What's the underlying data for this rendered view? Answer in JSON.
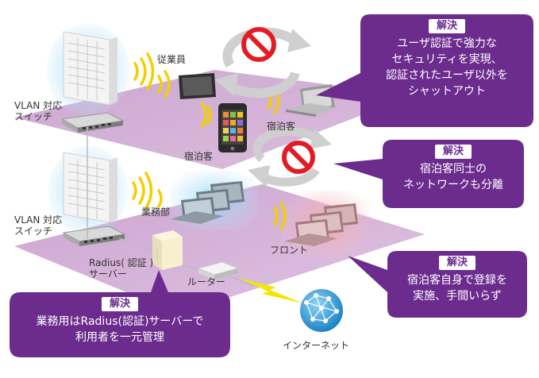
{
  "labels": {
    "employee": "従業員",
    "vlan_top_1": "VLAN 対応",
    "vlan_top_2": "スイッチ",
    "guest_laptop": "宿泊客",
    "guest_phone": "宿泊客",
    "vlan_bottom_1": "VLAN 対応",
    "vlan_bottom_2": "スイッチ",
    "business": "業務部",
    "front": "フロント",
    "radius_1": "Radius( 認証 )",
    "radius_2": "サーバー",
    "router": "ルーター",
    "internet": "インターネット"
  },
  "callouts": {
    "security": {
      "tag": "解決",
      "lines": [
        "ユーザ認証で強力な",
        "セキュリティを実現、",
        "認証されたユーザ以外を",
        "シャットアウト"
      ]
    },
    "isolation": {
      "tag": "解決",
      "lines": [
        "宿泊客同士の",
        "ネットワークも分離"
      ]
    },
    "self_register": {
      "tag": "解決",
      "lines": [
        "宿泊客自身で登録を",
        "実施、手間いらず"
      ]
    },
    "radius": {
      "tag": "解決",
      "lines": [
        "業務用はRadius(認証)サーバーで",
        "利用者を一元管理"
      ]
    }
  },
  "colors": {
    "plane": "#c9a3cf",
    "bubble": "#6c2c8e",
    "signal": "#f4d400",
    "prohibit": "#e21c24",
    "blue_glow": "#a9dcf5",
    "red_glow": "#f3b0b5"
  }
}
